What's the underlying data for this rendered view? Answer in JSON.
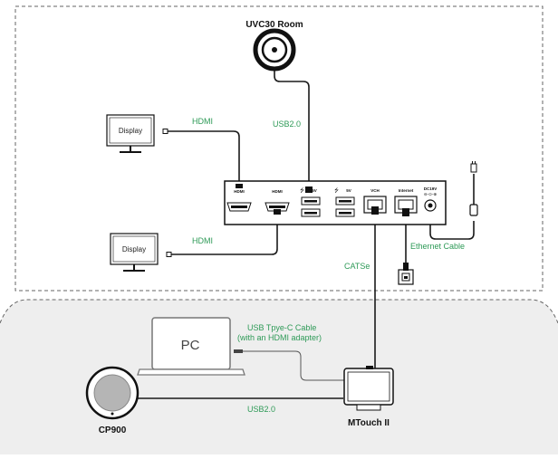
{
  "devices": {
    "camera": "UVC30 Room",
    "display_top": "Display",
    "display_bottom": "Display",
    "pc": "PC",
    "speaker": "CP900",
    "touch_panel": "MTouch II"
  },
  "ports": {
    "hdmi_1": "HDMI",
    "hdmi_2": "HDMI",
    "usb_1": "5V",
    "usb_2": "5V",
    "vch": "VCH",
    "internet": "Internet",
    "dc": "DC19V"
  },
  "cables": {
    "hdmi_top": "HDMI",
    "hdmi_bottom": "HDMI",
    "camera_usb": "USB2.0",
    "ethernet": "Ethernet Cable",
    "catse": "CATSe",
    "usbc_line1": "USB Tpye-C Cable",
    "usbc_line2": "(with an HDMI adapter)",
    "speaker_usb": "USB2.0"
  },
  "colors": {
    "cable_label": "#2e9a57",
    "lower_zone": "#eeeeee",
    "dashed_border": "#666666"
  }
}
